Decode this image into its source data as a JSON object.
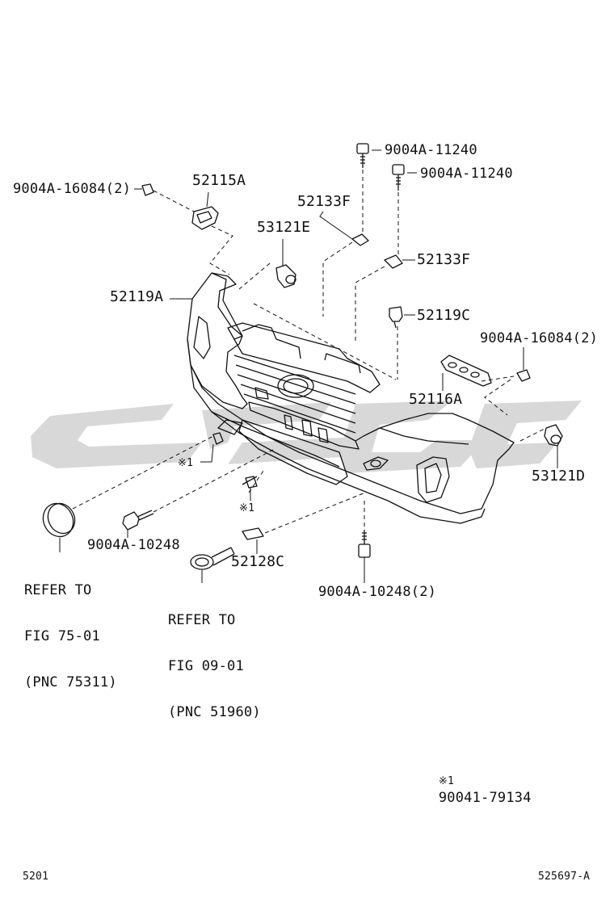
{
  "parts": {
    "p_9004a_16084_left": "9004A-16084(2)",
    "p_52115a": "52115A",
    "p_9004a_11240_a": "9004A-11240",
    "p_9004a_11240_b": "9004A-11240",
    "p_52133f_upper": "52133F",
    "p_53121e": "53121E",
    "p_52133f_lower": "52133F",
    "p_52119a": "52119A",
    "p_52119c": "52119C",
    "p_9004a_16084_right": "9004A-16084(2)",
    "p_52116a": "52116A",
    "p_53121d": "53121D",
    "p_note1_left": "※1",
    "p_note1_mid": "※1",
    "p_9004a_10248": "9004A-10248",
    "p_52128c": "52128C",
    "p_9004a_10248_2": "9004A-10248(2)"
  },
  "references": {
    "ref_75": [
      "REFER TO",
      "FIG 75-01",
      "(PNC 75311)"
    ],
    "ref_09": [
      "REFER TO",
      "FIG 09-01",
      "(PNC 51960)"
    ]
  },
  "legend": {
    "mark": "※1",
    "part": "90041-79134"
  },
  "footer": {
    "left_code": "5201",
    "right_code": "525697-A"
  },
  "colors": {
    "line": "#111111",
    "watermark": "#d6d6d6"
  }
}
